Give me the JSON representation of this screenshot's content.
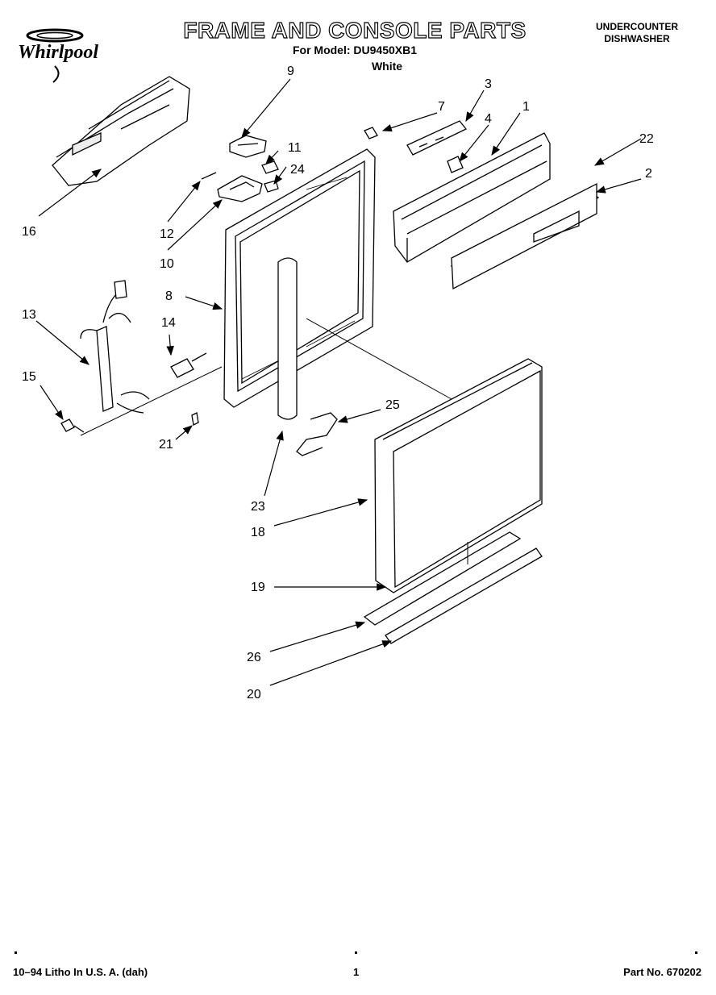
{
  "header": {
    "brand": "Whirlpool",
    "title": "FRAME AND CONSOLE PARTS",
    "model_line": "For Model: DU9450XB1",
    "color_line": "White",
    "appliance_line1": "UNDERCOUNTER",
    "appliance_line2": "DISHWASHER"
  },
  "callouts": {
    "c1": "1",
    "c2": "2",
    "c3": "3",
    "c4": "4",
    "c7": "7",
    "c8": "8",
    "c9": "9",
    "c10": "10",
    "c11": "11",
    "c12": "12",
    "c13": "13",
    "c14": "14",
    "c15": "15",
    "c16": "16",
    "c18": "18",
    "c19": "19",
    "c20": "20",
    "c21": "21",
    "c22": "22",
    "c23": "23",
    "c24": "24",
    "c25": "25",
    "c26": "26"
  },
  "footer": {
    "left": "10–94 Litho In U.S. A. (dah)",
    "page": "1",
    "part_no": "Part No. 670202"
  }
}
